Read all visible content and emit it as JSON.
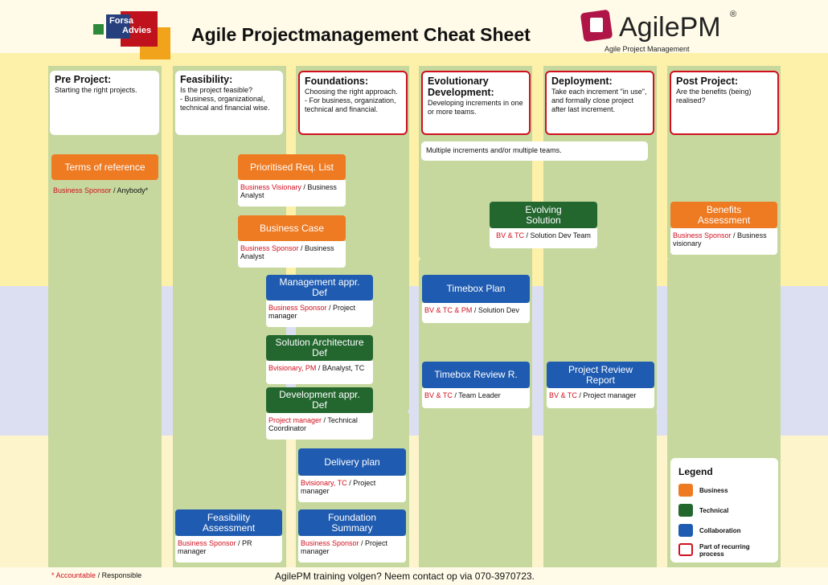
{
  "header": {
    "title": "Agile Projectmanagement Cheat Sheet",
    "forsa_logo": {
      "line1": "Forsa",
      "line2": "Advies"
    },
    "agilepm_logo": {
      "name": "AgilePM",
      "registered": "®",
      "subtitle": "Agile Project Management"
    }
  },
  "stages": [
    {
      "title": "Pre Project:",
      "desc": "Starting the right projects."
    },
    {
      "title": "Feasibility:",
      "desc": "Is the project feasible?\n- Business, organizational, technical and financial wise."
    },
    {
      "title": "Foundations:",
      "desc": "Choosing the right approach.\n- For business, organization, technical and financial."
    },
    {
      "title": "Evolutionary Development:",
      "desc": "Developing increments in one or more teams."
    },
    {
      "title": "Deployment:",
      "desc": "Take each increment \"in use\", and formally close project after last increment."
    },
    {
      "title": "Post Project:",
      "desc": "Are the benefits (being) realised?"
    }
  ],
  "increments_note": "Multiple increments and/or multiple teams.",
  "products": {
    "terms_of_reference": {
      "title": "Terms of reference",
      "accountable": "Business Sponsor",
      "responsible": " / Anybody*"
    },
    "prioritised_req_list": {
      "title": "Prioritised Req. List",
      "accountable": "Business Visionary",
      "responsible": " / Business Analyst"
    },
    "business_case": {
      "title": "Business Case",
      "accountable": "Business Sponsor",
      "responsible": " / Business Analyst"
    },
    "management_appr": {
      "title": "Management appr.\nDef",
      "accountable": "Business Sponsor",
      "responsible": " / Project manager"
    },
    "solution_architecture": {
      "title": "Solution Architecture\nDef",
      "accountable": "Bvisionary, PM",
      "responsible": " / BAnalyst, TC"
    },
    "development_appr": {
      "title": "Development appr.\nDef",
      "accountable": "Project manager",
      "responsible": " / Technical Coordinator"
    },
    "delivery_plan": {
      "title": "Delivery plan",
      "accountable": "Bvisionary, TC",
      "responsible": " / Project manager"
    },
    "foundation_summary": {
      "title": "Foundation\nSummary",
      "accountable": "Business Sponsor",
      "responsible": " / Project manager"
    },
    "feasibility_assessment": {
      "title": "Feasibility\nAssessment",
      "accountable": "Business Sponsor",
      "responsible": " / PR manager"
    },
    "evolving_solution": {
      "title": "Evolving\nSolution",
      "accountable": "BV & TC",
      "responsible": " / Solution Dev Team"
    },
    "timebox_plan": {
      "title": "Timebox Plan",
      "accountable": "BV & TC & PM",
      "responsible": " / Solution Dev"
    },
    "timebox_review": {
      "title": "Timebox Review R.",
      "accountable": "BV & TC",
      "responsible": " / Team Leader"
    },
    "project_review_report": {
      "title": "Project Review\nReport",
      "accountable": "BV & TC",
      "responsible": " / Project manager"
    },
    "benefits_assessment": {
      "title": "Benefits\nAssessment",
      "accountable": "Business Sponsor",
      "responsible": " / Business visionary"
    }
  },
  "legend": {
    "title": "Legend",
    "items": [
      {
        "label": "Business",
        "color": "#ee7a22"
      },
      {
        "label": "Technical",
        "color": "#23672f"
      },
      {
        "label": "Collaboration",
        "color": "#1f5bb0"
      },
      {
        "label": "Part of recurring process",
        "color": "#d0101e"
      }
    ]
  },
  "footer": {
    "note_star": "* ",
    "note_accountable": "Accountable",
    "note_responsible": " / Responsible",
    "contact": "AgilePM training volgen? Neem contact op via 070-3970723."
  },
  "colors": {
    "business": "#ee7a22",
    "technical": "#23672f",
    "collaboration": "#1f5bb0",
    "recurring": "#d0101e",
    "column": "#c6d89e",
    "band_yellow": "#fdf0a8",
    "band_blue": "#dcdff2"
  }
}
